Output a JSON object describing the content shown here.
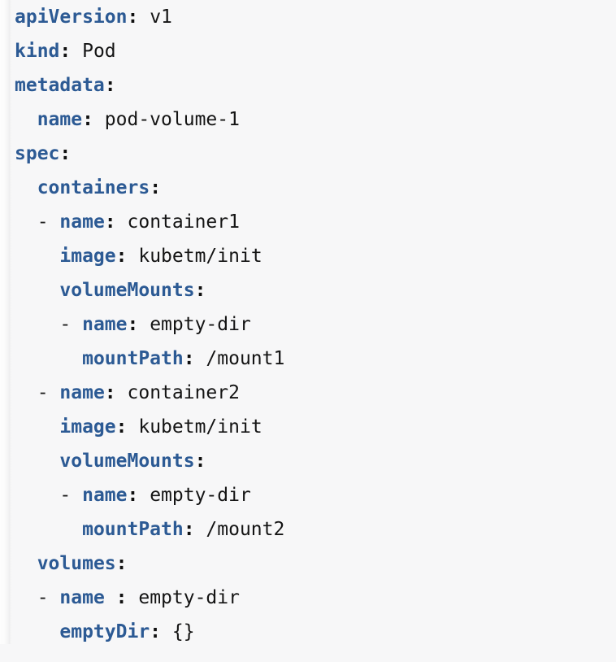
{
  "document": {
    "kind": "yaml-code-block",
    "language": "yaml",
    "background_color": "#f7f7f8",
    "key_color": "#2c5a94",
    "value_color": "#141414",
    "punctuation_color": "#101010",
    "raw_text": "apiVersion: v1\nkind: Pod\nmetadata:\n  name: pod-volume-1\nspec:\n  containers:\n  - name: container1\n    image: kubetm/init\n    volumeMounts:\n    - name: empty-dir\n      mountPath: /mount1\n  - name: container2\n    image: kubetm/init\n    volumeMounts:\n    - name: empty-dir\n      mountPath: /mount2\n  volumes:\n  - name : empty-dir\n    emptyDir: {}",
    "lines": [
      {
        "indent": "",
        "dash": "",
        "key": "apiVersion",
        "sep": ": ",
        "value": "v1"
      },
      {
        "indent": "",
        "dash": "",
        "key": "kind",
        "sep": ": ",
        "value": "Pod"
      },
      {
        "indent": "",
        "dash": "",
        "key": "metadata",
        "sep": ":",
        "value": ""
      },
      {
        "indent": "  ",
        "dash": "",
        "key": "name",
        "sep": ": ",
        "value": "pod-volume-1"
      },
      {
        "indent": "",
        "dash": "",
        "key": "spec",
        "sep": ":",
        "value": ""
      },
      {
        "indent": "  ",
        "dash": "",
        "key": "containers",
        "sep": ":",
        "value": ""
      },
      {
        "indent": "  ",
        "dash": "- ",
        "key": "name",
        "sep": ": ",
        "value": "container1"
      },
      {
        "indent": "    ",
        "dash": "",
        "key": "image",
        "sep": ": ",
        "value": "kubetm/init"
      },
      {
        "indent": "    ",
        "dash": "",
        "key": "volumeMounts",
        "sep": ":",
        "value": ""
      },
      {
        "indent": "    ",
        "dash": "- ",
        "key": "name",
        "sep": ": ",
        "value": "empty-dir"
      },
      {
        "indent": "      ",
        "dash": "",
        "key": "mountPath",
        "sep": ": ",
        "value": "/mount1"
      },
      {
        "indent": "  ",
        "dash": "- ",
        "key": "name",
        "sep": ": ",
        "value": "container2"
      },
      {
        "indent": "    ",
        "dash": "",
        "key": "image",
        "sep": ": ",
        "value": "kubetm/init"
      },
      {
        "indent": "    ",
        "dash": "",
        "key": "volumeMounts",
        "sep": ":",
        "value": ""
      },
      {
        "indent": "    ",
        "dash": "- ",
        "key": "name",
        "sep": ": ",
        "value": "empty-dir"
      },
      {
        "indent": "      ",
        "dash": "",
        "key": "mountPath",
        "sep": ": ",
        "value": "/mount2"
      },
      {
        "indent": "  ",
        "dash": "",
        "key": "volumes",
        "sep": ":",
        "value": ""
      },
      {
        "indent": "  ",
        "dash": "- ",
        "key": "name",
        "sep": " : ",
        "value": "empty-dir"
      },
      {
        "indent": "    ",
        "dash": "",
        "key": "emptyDir",
        "sep": ": ",
        "value": "{}"
      }
    ]
  }
}
